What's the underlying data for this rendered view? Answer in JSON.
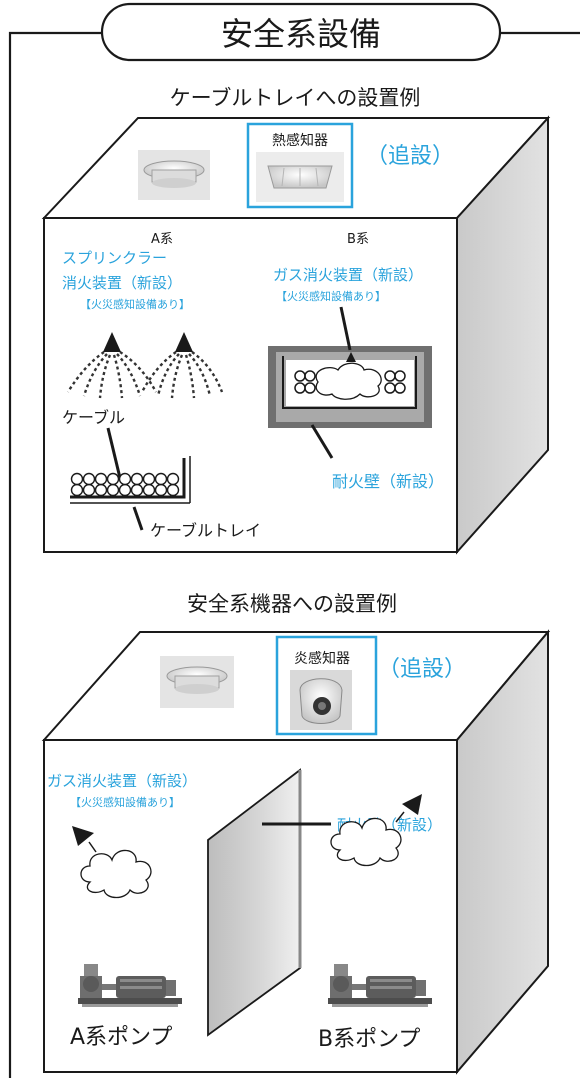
{
  "header": {
    "title": "安全系設備"
  },
  "section_cable": {
    "title": "ケーブルトレイへの設置例",
    "heat_detector_label": "熱感知器",
    "added_label": "（追設）",
    "train_a": "A系",
    "train_b": "B系",
    "sprinkler_line1": "スプリンクラー",
    "sprinkler_line2": "消火装置（新設）",
    "sprinkler_note": "【火災感知設備あり】",
    "gas_label": "ガス消火装置（新設）",
    "gas_note": "【火災感知設備あり】",
    "cable_label": "ケーブル",
    "firewall_label": "耐火壁（新設）",
    "tray_label": "ケーブルトレイ"
  },
  "section_equipment": {
    "title": "安全系機器への設置例",
    "flame_detector_label": "炎感知器",
    "added_label": "（追設）",
    "gas_label": "ガス消火装置（新設）",
    "gas_note": "【火災感知設備あり】",
    "firewall_label": "耐火壁（新設）",
    "pump_a": "A系ポンプ",
    "pump_b": "B系ポンプ"
  },
  "colors": {
    "accent_blue": "#2aa3dc",
    "line": "#1a1a1a",
    "box_side": "#cfcfcf"
  }
}
